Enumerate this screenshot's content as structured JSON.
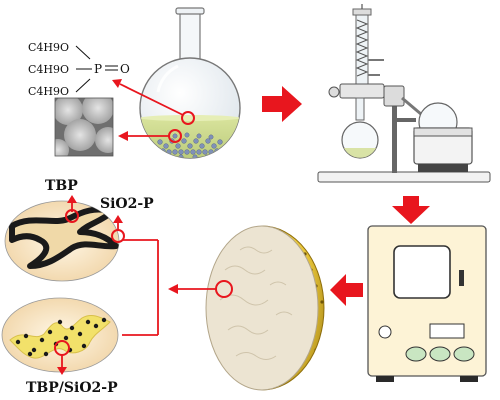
{
  "labels": {
    "formula_line1": "C4H9O",
    "formula_line2": "C4H9O",
    "formula_line3": "C4H9O",
    "formula_p": "P",
    "formula_o": "O",
    "tbp": "TBP",
    "sio2_p": "SiO2-P",
    "tbp_sio2_p": "TBP/SiO2-P"
  },
  "colors": {
    "arrow_red": "#e8161e",
    "gold_shell": "#d9b526",
    "liquid": "#c5d48a",
    "silica_beads": "#7f90b8",
    "instrument_panel": "#fdf3d6",
    "oval_fill": "#f7e4c4",
    "support_dark": "#2a2a2a"
  },
  "icons": {
    "flask": "round-bottom-flask-icon",
    "rotary_evaporator": "rotary-evaporator-icon",
    "oven": "vacuum-drying-oven-icon",
    "sphere": "half-sphere-particle-icon"
  }
}
